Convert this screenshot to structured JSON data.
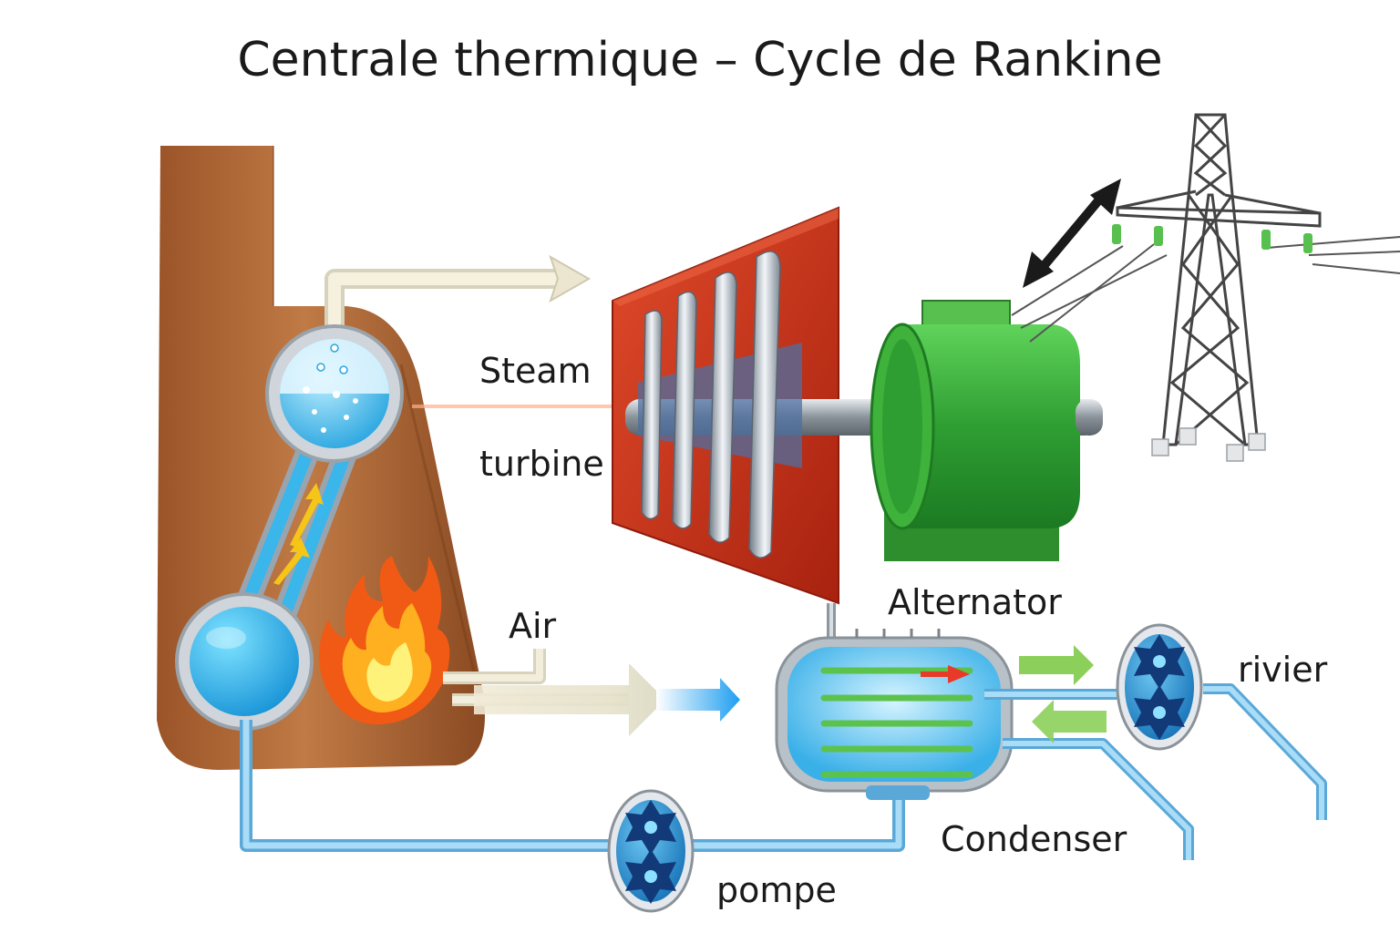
{
  "title": "Centrale thermique – Cycle de Rankine",
  "labels": {
    "steam": "Steam",
    "turbine": "turbine",
    "air": "Air",
    "alternator": "Alternator",
    "river": "rivier",
    "condenser": "Condenser",
    "pump": "pompe"
  },
  "colors": {
    "boiler": "#b06a3a",
    "water": "#2fb3ec",
    "steam_pipe": "#e0dcc8",
    "hot_pipe": "#e4521e",
    "turbine_casing": "#c8321e",
    "alternator": "#2e9e32",
    "flame": "#ffb020",
    "cooling_arrow": "#8ccf5a"
  }
}
